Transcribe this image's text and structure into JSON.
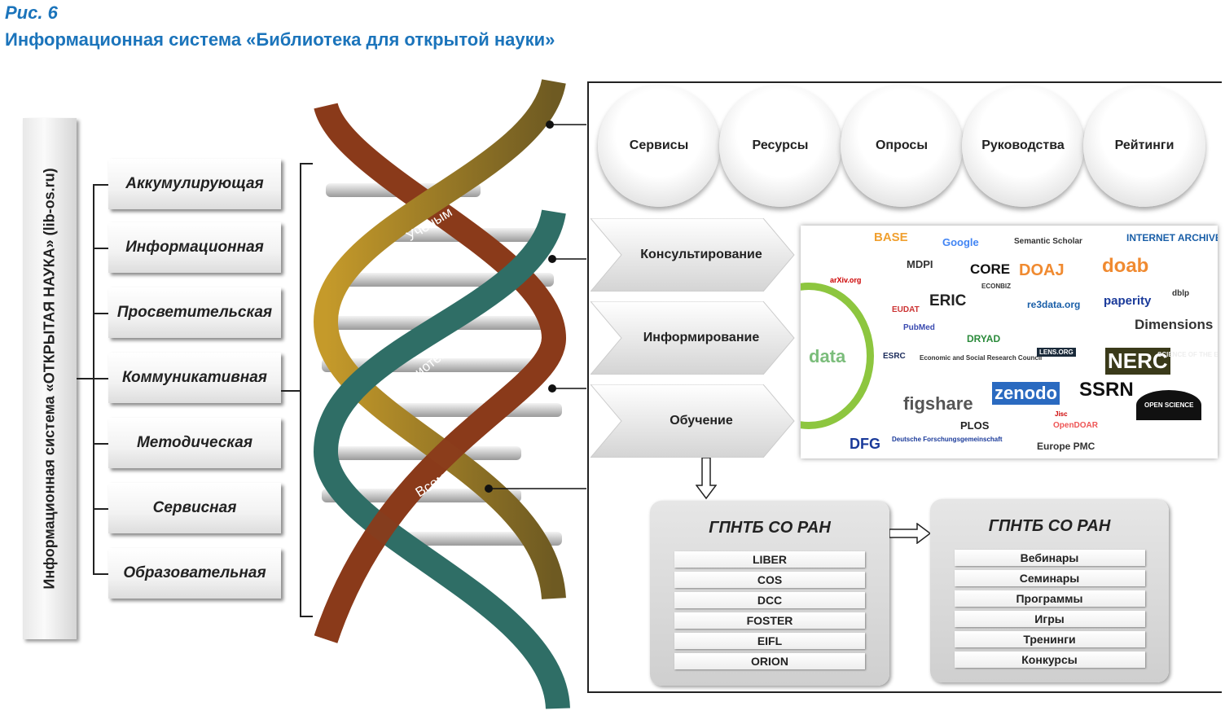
{
  "figure": {
    "number": "Рис. 6",
    "title": "Информационная система «Библиотека для открытой науки»"
  },
  "system_label": "Информационная система «ОТКРЫТАЯ НАУКА» (lib-os.ru)",
  "functions": [
    "Аккумулирующая",
    "Информационная",
    "Просветительская",
    "Коммуникативная",
    "Методическая",
    "Сервисная",
    "Образовательная"
  ],
  "audiences": [
    "Ученым",
    "Библиотекарям",
    "Всем"
  ],
  "circles": [
    "Сервисы",
    "Ресурсы",
    "Опросы",
    "Руководства",
    "Рейтинги"
  ],
  "activities": [
    "Консультирование",
    "Информирование",
    "Обучение"
  ],
  "logos": [
    "BASE",
    "Google",
    "Semantic Scholar",
    "INTERNET ARCHIVE",
    "arXiv.org",
    "MDPI",
    "CORE",
    "DOAJ",
    "doab",
    "ECONBIZ",
    "EUDAT",
    "ERIC",
    "re3data.org",
    "paperity",
    "dblp",
    "Dimensions",
    "PubMed",
    "DRYAD",
    "data",
    "ESRC",
    "Economic and Social Research Council",
    "LENS.ORG",
    "NERC",
    "SCIENCE OF THE ENVIRONMENT",
    "figshare",
    "zenodo",
    "SSRN",
    "OPEN SCIENCE",
    "PLOS",
    "Jisc",
    "OpenDOAR",
    "DFG",
    "Deutsche Forschungsgemeinschaft",
    "Europe PMC"
  ],
  "panel_left": {
    "title": "ГПНТБ СО РАН",
    "items": [
      "LIBER",
      "COS",
      "DCC",
      "FOSTER",
      "EIFL",
      "ORION"
    ]
  },
  "panel_right": {
    "title": "ГПНТБ СО РАН",
    "items": [
      "Вебинары",
      "Семинары",
      "Программы",
      "Игры",
      "Тренинги",
      "Конкурсы"
    ]
  },
  "colors": {
    "title": "#1b74bb",
    "gold": "#8a6a1e",
    "brown": "#8a3a1a",
    "teal": "#2f6e66"
  }
}
